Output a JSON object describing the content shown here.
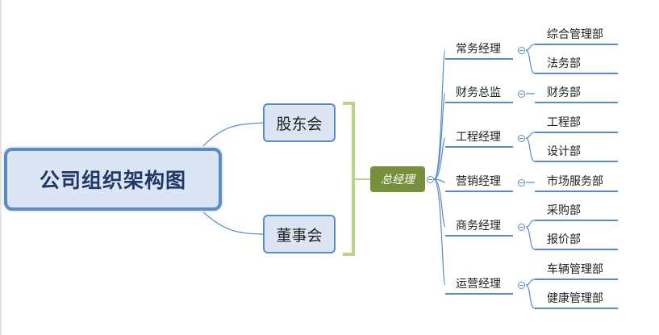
{
  "root": {
    "label": "公司组织架构图"
  },
  "level1": [
    {
      "label": "股东会"
    },
    {
      "label": "董事会"
    }
  ],
  "ceo": {
    "label": "总经理"
  },
  "managers": [
    {
      "label": "常务经理",
      "departments": [
        "综合管理部",
        "法务部"
      ]
    },
    {
      "label": "财务总监",
      "departments": [
        "财务部"
      ]
    },
    {
      "label": "工程经理",
      "departments": [
        "工程部",
        "设计部"
      ]
    },
    {
      "label": "营销经理",
      "departments": [
        "市场服务部"
      ]
    },
    {
      "label": "商务经理",
      "departments": [
        "采购部",
        "报价部"
      ]
    },
    {
      "label": "运营经理",
      "departments": [
        "车辆管理部",
        "健康管理部"
      ]
    }
  ],
  "colors": {
    "connector": "#5b8bc9",
    "bracket": "#b8d38a",
    "ceo_fill": "#77913a",
    "node_fill": "#dbe5f3"
  }
}
